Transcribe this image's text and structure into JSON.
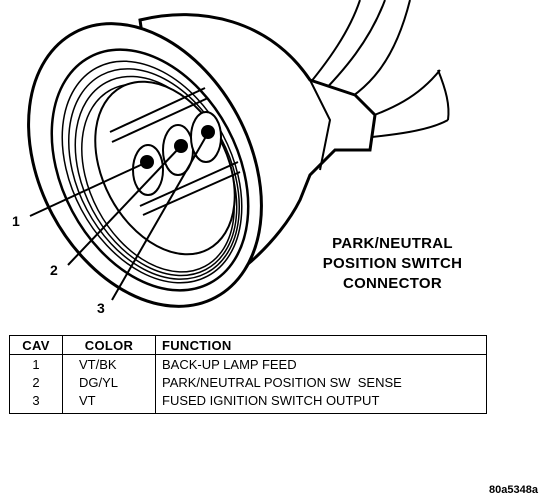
{
  "diagram": {
    "title_lines": [
      "PARK/NEUTRAL",
      "POSITION SWITCH",
      "CONNECTOR"
    ],
    "callouts": [
      "1",
      "2",
      "3"
    ]
  },
  "table": {
    "headers": [
      "CAV",
      "COLOR",
      "FUNCTION"
    ],
    "rows": [
      {
        "cav": "1",
        "color": "VT/BK",
        "function": "BACK-UP LAMP FEED"
      },
      {
        "cav": "2",
        "color": "DG/YL",
        "function": "PARK/NEUTRAL POSITION SW  SENSE"
      },
      {
        "cav": "3",
        "color": "VT",
        "function": "FUSED IGNITION SWITCH OUTPUT"
      }
    ]
  },
  "figure_code": "80a5348a"
}
